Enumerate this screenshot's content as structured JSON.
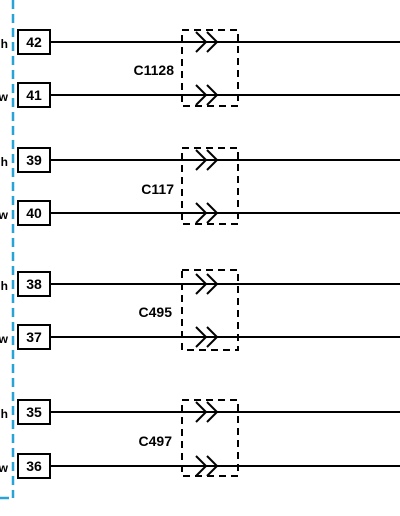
{
  "colors": {
    "harness_border": "#29a3d6",
    "line": "#000000",
    "background": "#ffffff"
  },
  "connectors": [
    {
      "label": "C1128",
      "pins": [
        {
          "edge_label": "h",
          "pin": "42"
        },
        {
          "edge_label": "w",
          "pin": "41"
        }
      ]
    },
    {
      "label": "C117",
      "pins": [
        {
          "edge_label": "h",
          "pin": "39"
        },
        {
          "edge_label": "w",
          "pin": "40"
        }
      ]
    },
    {
      "label": "C495",
      "pins": [
        {
          "edge_label": "h",
          "pin": "38"
        },
        {
          "edge_label": "w",
          "pin": "37"
        }
      ]
    },
    {
      "label": "C497",
      "pins": [
        {
          "edge_label": "h",
          "pin": "35"
        },
        {
          "edge_label": "w",
          "pin": "36"
        }
      ]
    }
  ]
}
